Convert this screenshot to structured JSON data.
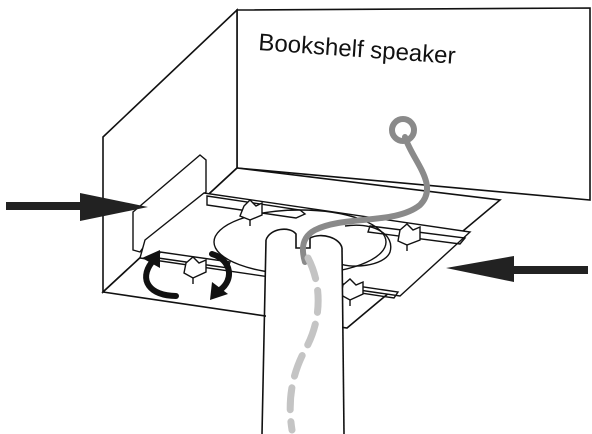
{
  "diagram": {
    "label": "Bookshelf speaker",
    "colors": {
      "outline": "#111111",
      "cable": "#8a8a8a",
      "cable_dashed": "#c4c4c4",
      "arrow": "#222222",
      "background": "#ffffff"
    },
    "icons": [
      "push-arrow",
      "rotate-arrows",
      "wing-screw",
      "ring-terminal"
    ]
  }
}
